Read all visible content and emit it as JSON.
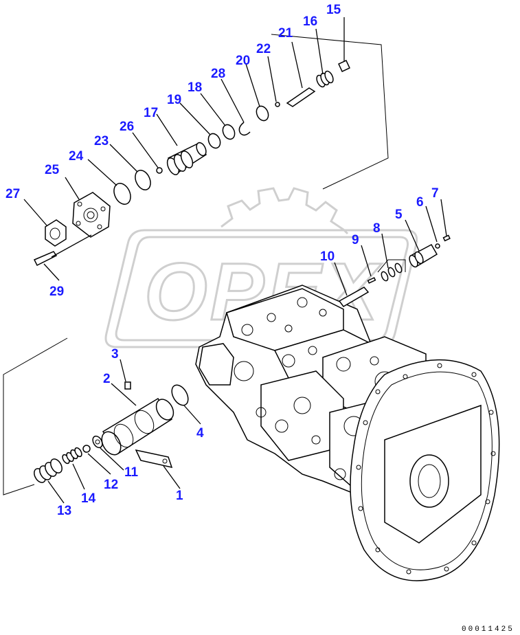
{
  "watermark": {
    "text": "OPEX"
  },
  "drawing_number": "00011425",
  "callouts": {
    "c1": "1",
    "c2": "2",
    "c3": "3",
    "c4": "4",
    "c5": "5",
    "c6": "6",
    "c7": "7",
    "c8": "8",
    "c9": "9",
    "c10": "10",
    "c11": "11",
    "c12": "12",
    "c13": "13",
    "c14": "14",
    "c15": "15",
    "c16": "16",
    "c17": "17",
    "c18": "18",
    "c19": "19",
    "c20": "20",
    "c21": "21",
    "c22": "22",
    "c23": "23",
    "c24": "24",
    "c25": "25",
    "c26": "26",
    "c27": "27",
    "c28": "28",
    "c29": "29"
  }
}
